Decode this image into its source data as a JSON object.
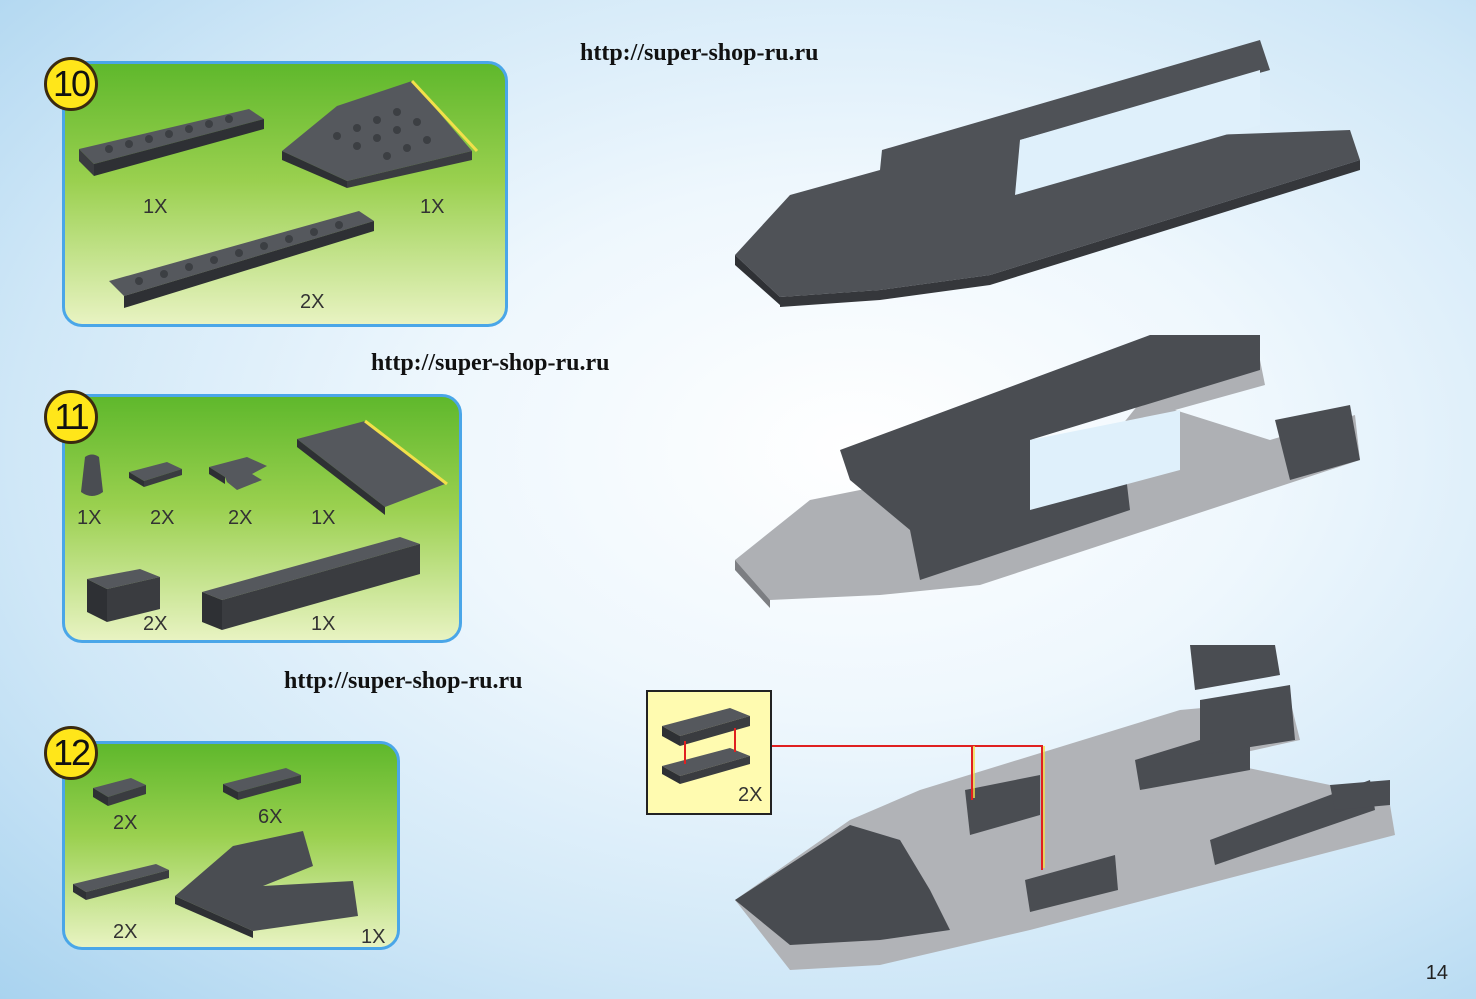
{
  "urls": [
    "http://super-shop-ru.ru",
    "http://super-shop-ru.ru",
    "http://super-shop-ru.ru"
  ],
  "steps": [
    {
      "number": "10",
      "quantities": [
        "1X",
        "1X",
        "2X"
      ]
    },
    {
      "number": "11",
      "quantities": [
        "1X",
        "2X",
        "2X",
        "1X",
        "2X",
        "1X"
      ]
    },
    {
      "number": "12",
      "quantities": [
        "2X",
        "6X",
        "2X",
        "1X"
      ]
    }
  ],
  "inset": {
    "quantity": "2X"
  },
  "page_number": "14",
  "colors": {
    "brick_dark": "#4a4d52",
    "brick_light": "#a9abaf",
    "panel_green": "#5fb82c",
    "panel_border": "#4aa6e8",
    "badge_yellow": "#ffe61a",
    "guide_line": "#e02020",
    "inset_bg": "#fffbb0"
  }
}
